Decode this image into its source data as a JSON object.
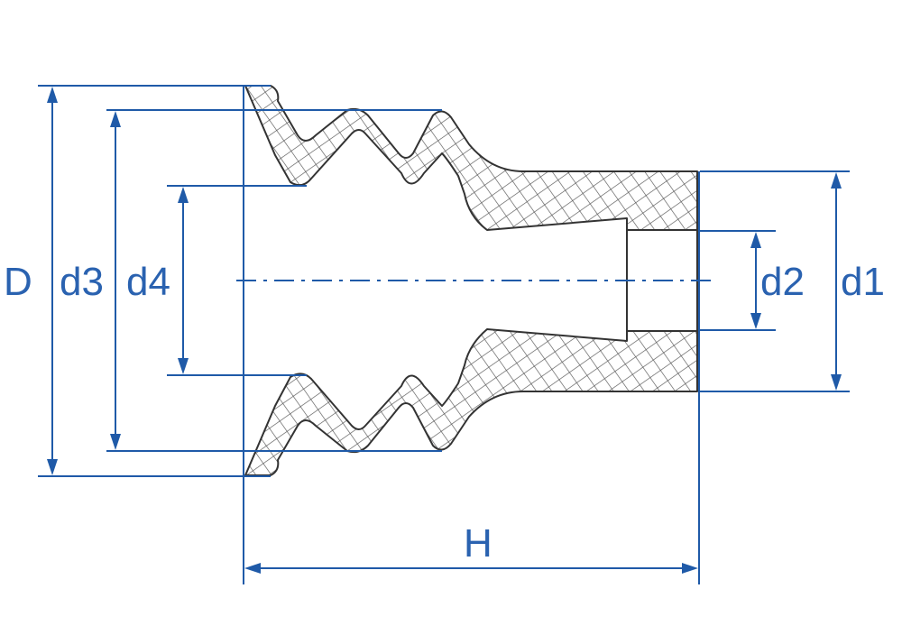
{
  "labels": {
    "D": "D",
    "d3": "d3",
    "d4": "d4",
    "d2": "d2",
    "d1": "d1",
    "H": "H"
  },
  "colors": {
    "dimension": "#1f5aa8",
    "outline": "#333333",
    "hatch": "#555555"
  }
}
